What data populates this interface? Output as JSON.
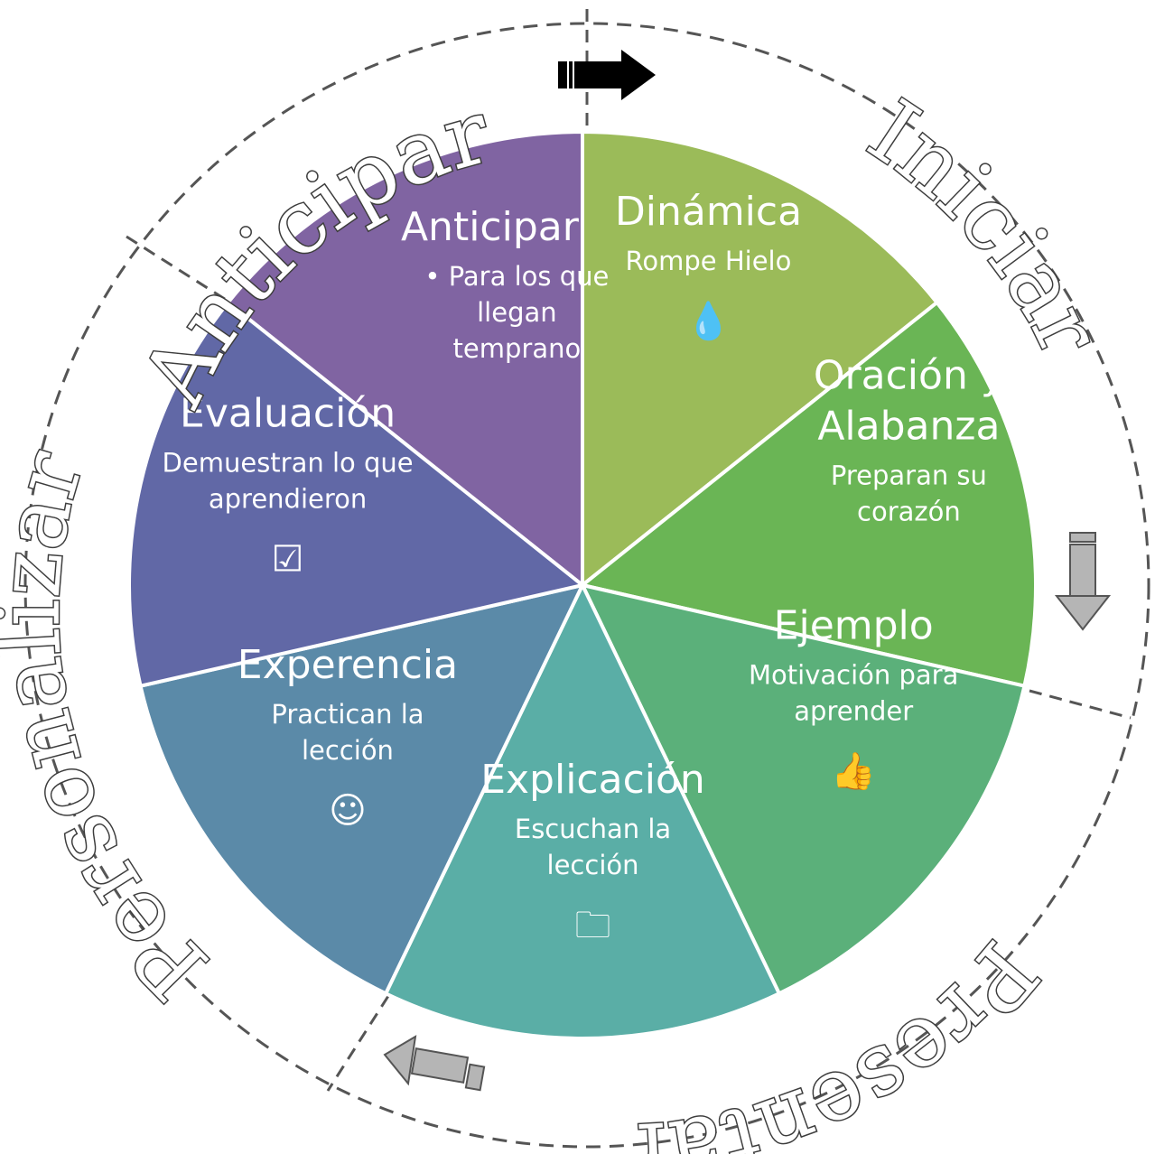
{
  "phases": [
    {
      "label": "Anticipar"
    },
    {
      "label": "Iniciar"
    },
    {
      "label": "Presentar"
    },
    {
      "label": "Personalizar"
    }
  ],
  "segments": [
    {
      "title": "Anticipar",
      "bullet": "Para los que llegan temprano",
      "lines": [
        "Para los que",
        "llegan",
        "temprano"
      ],
      "color": "#8064a2",
      "icon": ""
    },
    {
      "title": "Dinámica",
      "subtitle": "Rompe Hielo",
      "lines": [
        "Rompe Hielo"
      ],
      "color": "#9bbb59",
      "icon": "droplet-icon"
    },
    {
      "title_lines": [
        "Oración y",
        "Alabanza"
      ],
      "lines": [
        "Preparan su",
        "corazón"
      ],
      "color": "#6ab555",
      "icon": ""
    },
    {
      "title": "Ejemplo",
      "lines": [
        "Motivación para",
        "aprender"
      ],
      "color": "#5bb07a",
      "icon": "thumbs-up-icon"
    },
    {
      "title": "Explicación",
      "lines": [
        "Escuchan la",
        "lección"
      ],
      "color": "#5aaea6",
      "icon": "folder-icon"
    },
    {
      "title": "Experencia",
      "lines": [
        "Practican la",
        "lección"
      ],
      "color": "#5b8aa8",
      "icon": "smiley-icon"
    },
    {
      "title": "Evaluación",
      "lines": [
        "Demuestran lo que",
        "aprendieron"
      ],
      "color": "#6168a6",
      "icon": "checkbox-icon"
    }
  ],
  "arrows": [
    {
      "name": "arrow-right-icon",
      "color": "#000000"
    },
    {
      "name": "arrow-down-icon",
      "color": "#b0b0b0"
    },
    {
      "name": "arrow-left-icon",
      "color": "#b0b0b0"
    }
  ]
}
